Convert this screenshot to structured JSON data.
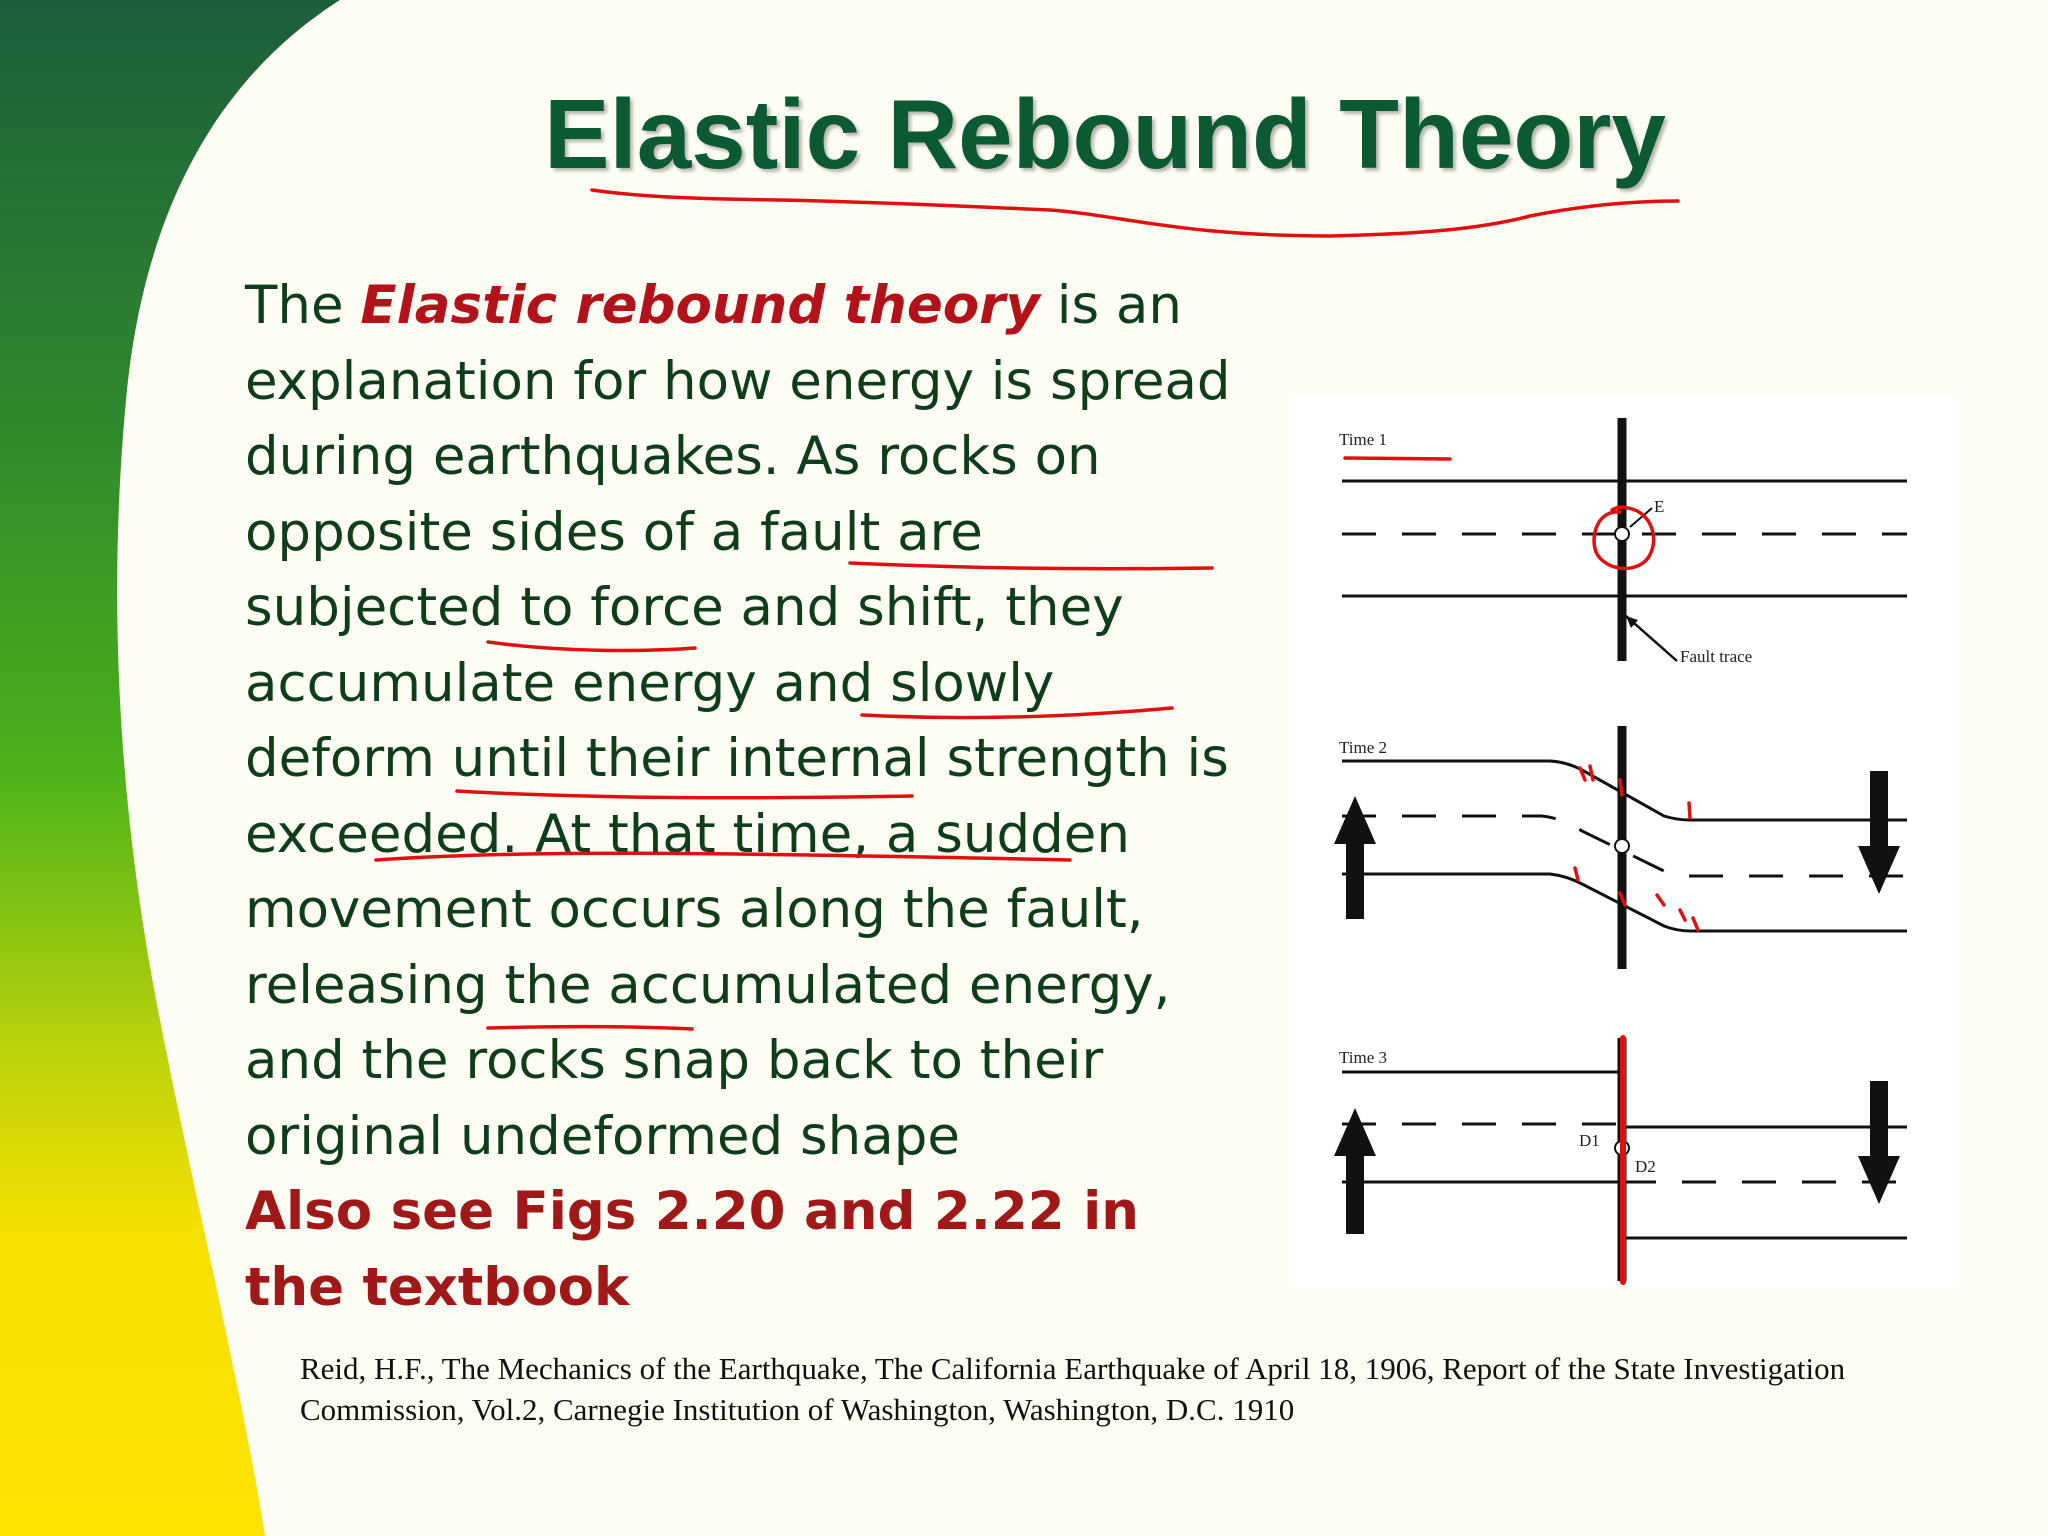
{
  "slide": {
    "title": "Elastic Rebound Theory",
    "body_intro": "The ",
    "body_term": "Elastic rebound theory",
    "body_rest": " is an explanation for how energy is spread during earthquakes. As rocks on opposite sides of a fault are subjected to force and shift, they accumulate energy and slowly deform until their internal strength is exceeded. At that time, a sudden movement occurs along the fault, releasing the accumulated energy, and the rocks snap back to their original undeformed shape",
    "see_also": "Also see Figs 2.20 and 2.22 in the textbook",
    "citation": "Reid, H.F., The Mechanics of the Earthquake, The California Earthquake of April 18, 1906, Report of the State Investigation Commission, Vol.2, Carnegie Institution of Washington, Washington, D.C. 1910"
  },
  "figure": {
    "panel1_label": "Time 1",
    "panel1_point_label": "E",
    "panel1_fault_label": "Fault trace",
    "panel2_label": "Time 2",
    "panel3_label": "Time 3",
    "panel3_point_label_left": "D1",
    "panel3_point_label_right": "D2"
  },
  "colors": {
    "title": "#0b5a31",
    "body_text": "#0f3d1c",
    "term": "#b3121a",
    "see_also": "#a01818",
    "annotation_ink": "#e01010",
    "background": "#fdfdf3",
    "swoosh_dark": "#1d5e3c",
    "swoosh_mid": "#4bb21a",
    "swoosh_light": "#f5e000"
  }
}
